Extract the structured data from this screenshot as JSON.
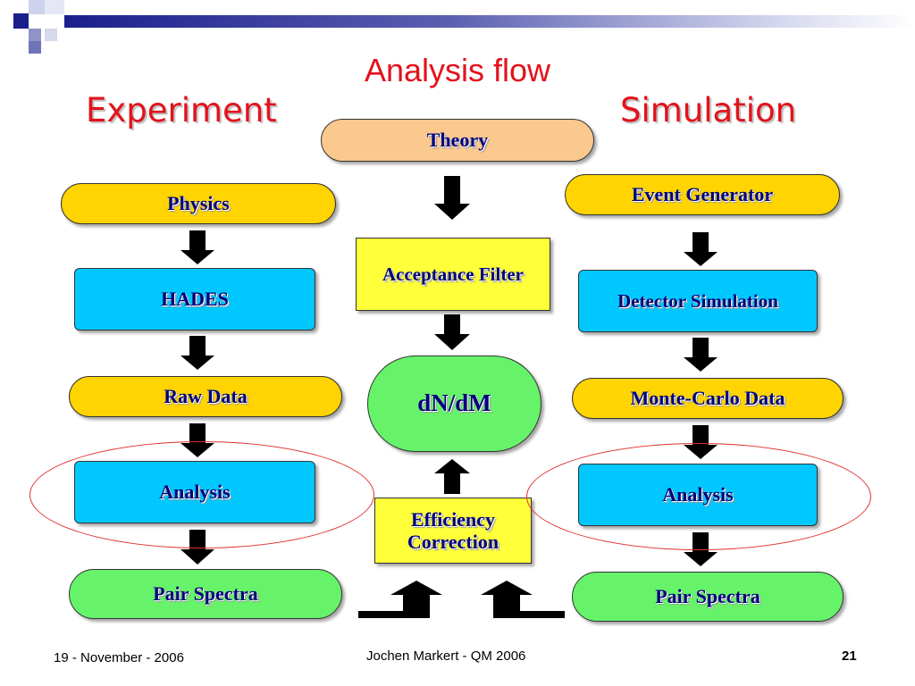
{
  "slide": {
    "title": "Analysis flow",
    "left_heading": "Experiment",
    "right_heading": "Simulation"
  },
  "center": {
    "theory": "Theory",
    "acceptance_filter": "Acceptance Filter",
    "dndm": "dN/dM",
    "efficiency_line1": "Efficiency",
    "efficiency_line2": "Correction"
  },
  "experiment": {
    "physics": "Physics",
    "hades": "HADES",
    "raw_data": "Raw Data",
    "analysis": "Analysis",
    "pair_spectra": "Pair Spectra"
  },
  "simulation": {
    "event_generator": "Event Generator",
    "detector_simulation": "Detector Simulation",
    "mc_data": "Monte-Carlo Data",
    "analysis": "Analysis",
    "pair_spectra": "Pair Spectra"
  },
  "footer": {
    "date": "19 - November - 2006",
    "author": "Jochen Markert - QM 2006",
    "page": "21"
  },
  "colors": {
    "title_red": "#e3121b",
    "label_navy": "#00007a",
    "theory_fill": "#fbc88e",
    "orange_fill": "#ffd400",
    "cyan_fill": "#00c8ff",
    "green_fill": "#66f36a",
    "yellow_fill": "#ffff3a"
  }
}
